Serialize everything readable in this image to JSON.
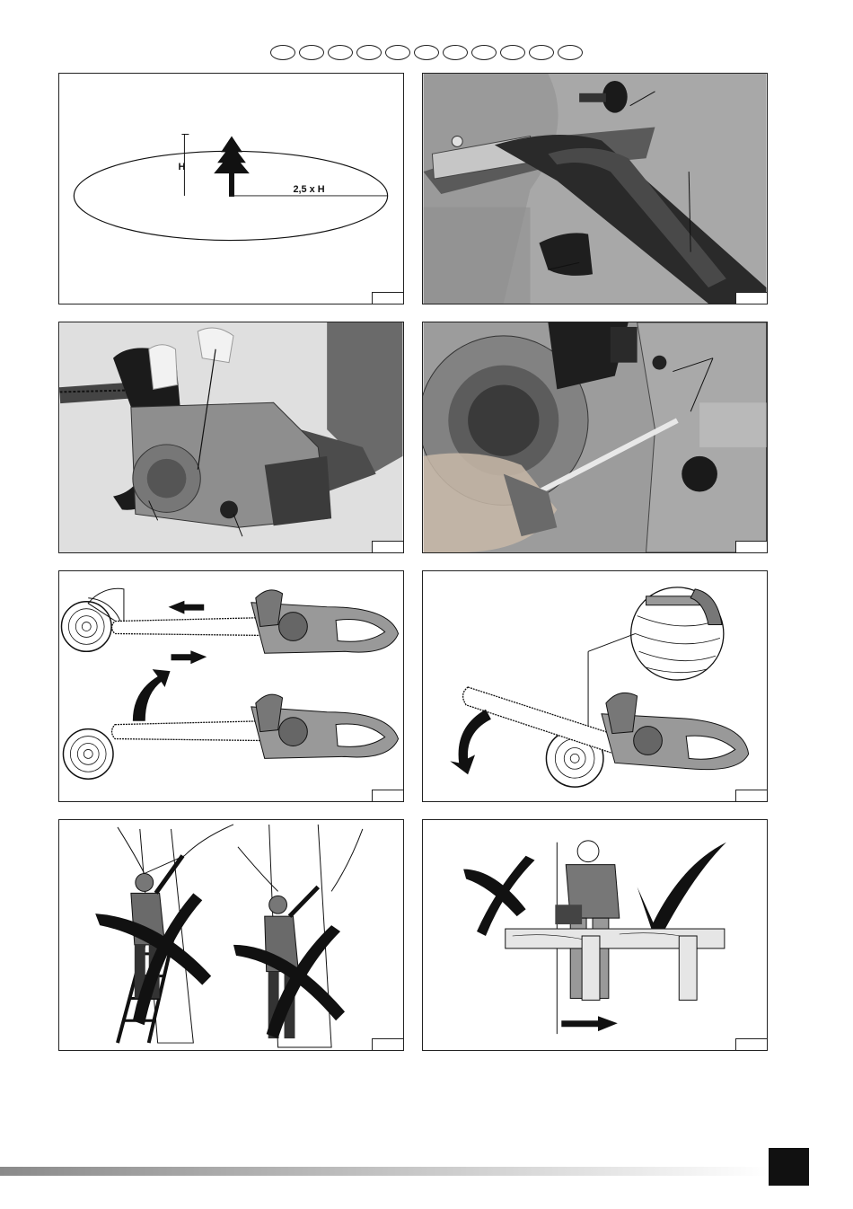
{
  "figures": [
    {
      "id": "tree-felling-zone",
      "labels": {
        "height": "H",
        "distance": "2,5 x H"
      }
    },
    {
      "id": "chain-brake-lever"
    },
    {
      "id": "starting-on-ground"
    },
    {
      "id": "stop-switch-screwdriver"
    },
    {
      "id": "kickback-zone"
    },
    {
      "id": "pinch-pull-in"
    },
    {
      "id": "no-ladder-overhead-cutting"
    },
    {
      "id": "correct-sawhorse-stance"
    }
  ],
  "header": {
    "oval_count": 11
  },
  "colors": {
    "ink": "#111111",
    "grey": "#8c8c8c",
    "light": "#cfcfcf"
  }
}
